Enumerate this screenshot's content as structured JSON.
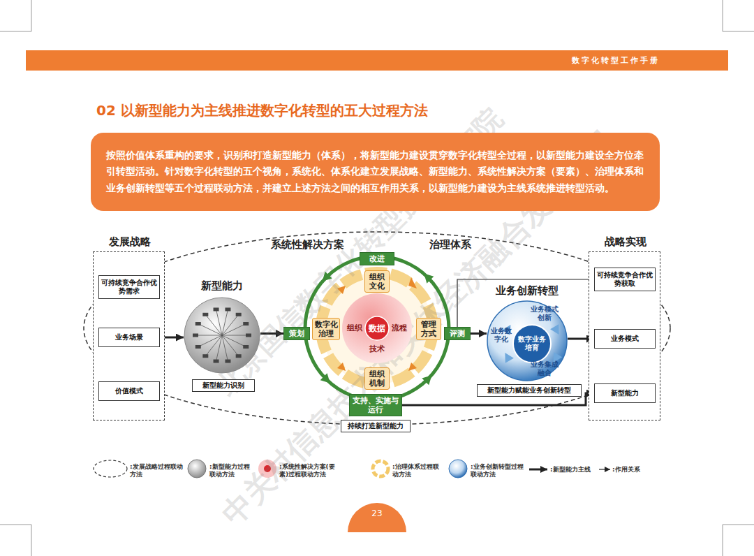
{
  "diagram": {
    "title": "02 以新型能力为主线推进数字化转型的五大过程方法",
    "nodes": [
      {
        "text": [
          "按照价值体系重构的要求，识别和打造新型能力（体系），将新型能力建设贯穿数字化转型全过程，以新型能力建设全方位牵引转型活动。针对数字化转型的五个视角，系统化、体系化建立发展战略、新型能力、系统性解决方案（要素）、治理体系和业务创新转型等五个过程联动方法，并建立上述方法之间的相互作用关系，以新型能力建设为主线系统推进转型活动。"
        ]
      },
      {
        "text": [
          "发展战略"
        ]
      },
      {
        "text": [
          "可持续竞争合作优势需求"
        ],
        "in": 1
      },
      {
        "text": [
          "业务场景"
        ],
        "in": 1
      },
      {
        "text": [
          "价值模式"
        ],
        "in": 1
      },
      {
        "text": [
          "新型能力"
        ]
      },
      {
        "text": [
          "新型能力识别"
        ]
      },
      {
        "text": [
          "系统性解决方案",
          "治理体系"
        ]
      },
      {
        "text": [
          "改进"
        ],
        "in": 7
      },
      {
        "text": [
          "策划"
        ],
        "in": 7
      },
      {
        "text": [
          "评测"
        ],
        "in": 7
      },
      {
        "text": [
          "支持、实施与运行"
        ],
        "in": 7
      },
      {
        "text": [
          "组织文化"
        ],
        "in": 7
      },
      {
        "text": [
          "数字化治理"
        ],
        "in": 7
      },
      {
        "text": [
          "管理方式"
        ],
        "in": 7
      },
      {
        "text": [
          "组织机制"
        ],
        "in": 7
      },
      {
        "text": [
          "组织",
          "流程",
          "技术"
        ],
        "in": 7
      },
      {
        "text": [
          "数据"
        ],
        "in": 16
      },
      {
        "text": [
          "持续打造新型能力"
        ]
      },
      {
        "text": [
          "业务创新转型",
          "业务模式创新",
          "业务数字化",
          "数字业务培育",
          "业务集成融合"
        ]
      },
      {
        "text": [
          "新型能力赋能业务创新转型"
        ]
      },
      {
        "text": [
          "战略实现"
        ]
      },
      {
        "text": [
          "可持续竞争合作优势获取"
        ],
        "in": 21
      },
      {
        "text": [
          "业务模式"
        ],
        "in": 21
      },
      {
        "text": [
          "新型能力"
        ],
        "in": 21
      }
    ],
    "edges": [
      {
        "from": 2,
        "to": 3,
        "arrow": "to"
      },
      {
        "from": 3,
        "to": 4,
        "arrow": "to"
      },
      {
        "from": 3,
        "to": 5,
        "arrow": "to"
      },
      {
        "from": 5,
        "to": 9,
        "arrow": "to"
      },
      {
        "from": 10,
        "to": 19,
        "arrow": "to"
      },
      {
        "from": 19,
        "to": 23,
        "arrow": "to"
      },
      {
        "from": 10,
        "to": 22,
        "arrow": "to"
      },
      {
        "from": 11,
        "to": 24,
        "arrow": "to"
      }
    ],
    "labels": [
      "数字化转型工作手册",
      "23",
      "北京国信数字化转型技术研究院",
      "中关村信息技术和实体经济融合发展联盟"
    ],
    "legend": [
      {
        "text": ":发展战略过程联动方法"
      },
      {
        "text": ":新型能力过程联动方法"
      },
      {
        "text": ":系统性解决方案(要素)过程联动方法"
      },
      {
        "text": ":治理体系过程联动方法"
      },
      {
        "text": ":业务创新转型过程联动方法"
      },
      {
        "text": ":新型能力主线"
      },
      {
        "text": ":作用关系"
      }
    ]
  }
}
